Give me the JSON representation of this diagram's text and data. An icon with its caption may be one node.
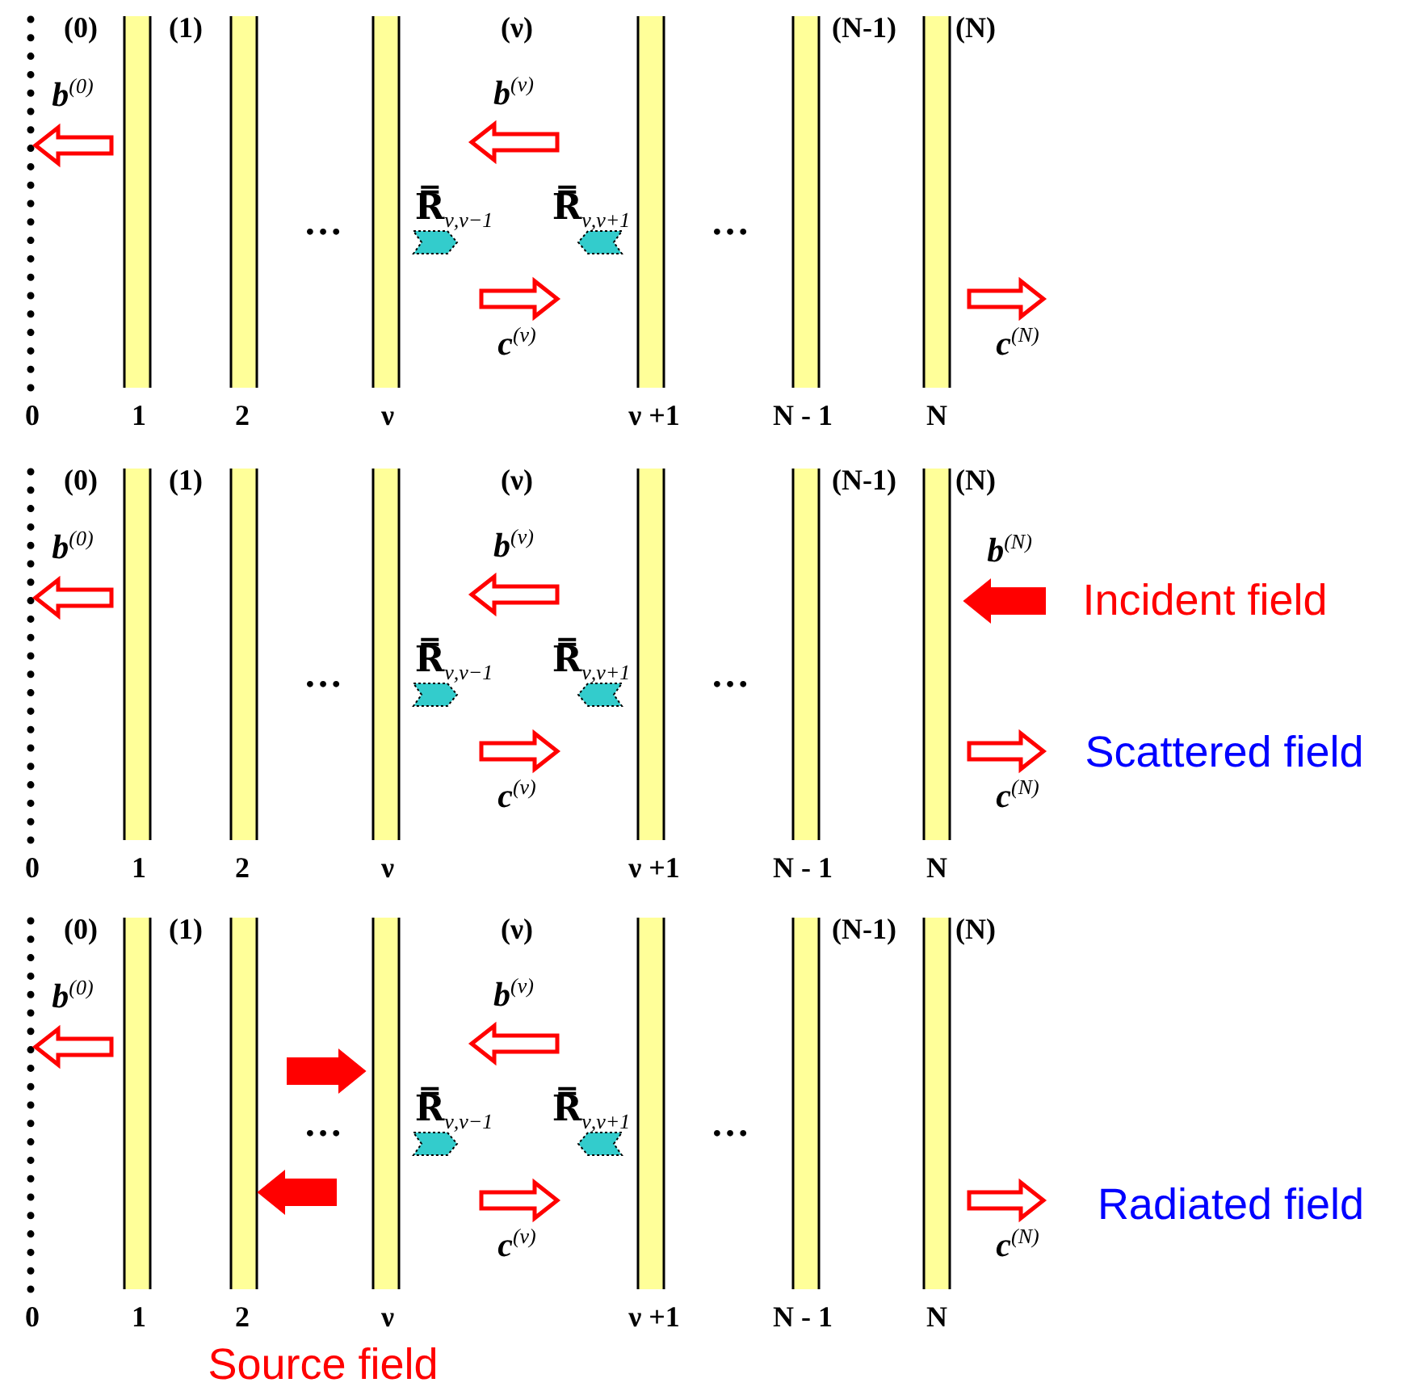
{
  "diagram": {
    "labels": [
      "(0)",
      "(1)",
      "(ν)",
      "(N-1)",
      "(N)",
      "**b**$^{(0)}$",
      "**b**$^{(ν)}$",
      "…",
      "R̿$_{ν,ν−1}$",
      "R̿$_{ν,ν+1}$",
      "…",
      "**c**$^{(ν)}$",
      "**c**$^{(N)}$",
      "0",
      "1",
      "2",
      "ν",
      "ν +1",
      "N - 1",
      "N",
      "(0)",
      "(1)",
      "(ν)",
      "(N-1)",
      "(N)",
      "**b**$^{(0)}$",
      "**b**$^{(ν)}$",
      "…",
      "R̿$_{ν,ν−1}$",
      "R̿$_{ν,ν+1}$",
      "…",
      "**c**$^{(ν)}$",
      "**c**$^{(N)}$",
      "0",
      "1",
      "2",
      "ν",
      "ν +1",
      "N - 1",
      "N",
      "**b**$^{(N)}$",
      "Incident field",
      "Scattered field",
      "(0)",
      "(1)",
      "(ν)",
      "(N-1)",
      "(N)",
      "**b**$^{(0)}$",
      "**b**$^{(ν)}$",
      "…",
      "R̿$_{ν,ν−1}$",
      "R̿$_{ν,ν+1}$",
      "…",
      "**c**$^{(ν)}$",
      "**c**$^{(N)}$",
      "0",
      "1",
      "2",
      "ν",
      "ν +1",
      "N - 1",
      "N",
      "Radiated field",
      "Source field"
    ]
  }
}
